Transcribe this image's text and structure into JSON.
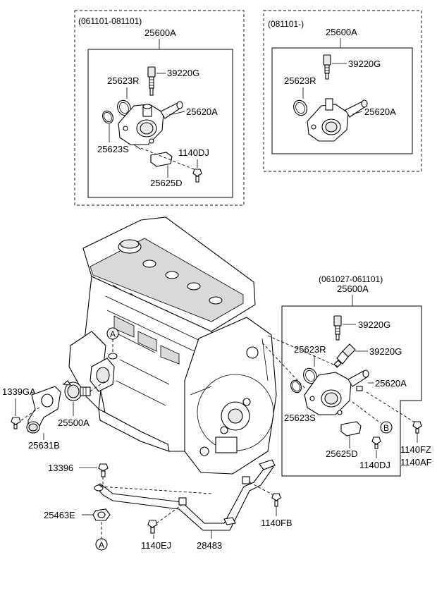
{
  "groups": {
    "top_left_date": "(061101-081101)",
    "top_right_date": "(081101-)",
    "right_date": "(061027-061101)"
  },
  "labels": {
    "tl_25600a": "25600A",
    "tl_25623r": "25623R",
    "tl_39220g": "39220G",
    "tl_25620a": "25620A",
    "tl_25623s": "25623S",
    "tl_1140dj": "1140DJ",
    "tl_25625d": "25625D",
    "tr_25600a": "25600A",
    "tr_25623r": "25623R",
    "tr_39220g": "39220G",
    "tr_25620a": "25620A",
    "r_25600a": "25600A",
    "r_39220g_a": "39220G",
    "r_39220g_b": "39220G",
    "r_25623r": "25623R",
    "r_25620a": "25620A",
    "r_25623s": "25623S",
    "r_25625d": "25625D",
    "r_1140dj": "1140DJ",
    "r_1140fz": "1140FZ",
    "r_1140af": "1140AF",
    "m_1339ga": "1339GA",
    "m_25500a": "25500A",
    "m_25631b": "25631B",
    "b_13396": "13396",
    "b_25463e": "25463E",
    "b_1140ej": "1140EJ",
    "b_28483": "28483",
    "b_1140fb": "1140FB"
  },
  "markers": {
    "a_engine": "A",
    "a_bottom": "A",
    "b_right": "B"
  }
}
